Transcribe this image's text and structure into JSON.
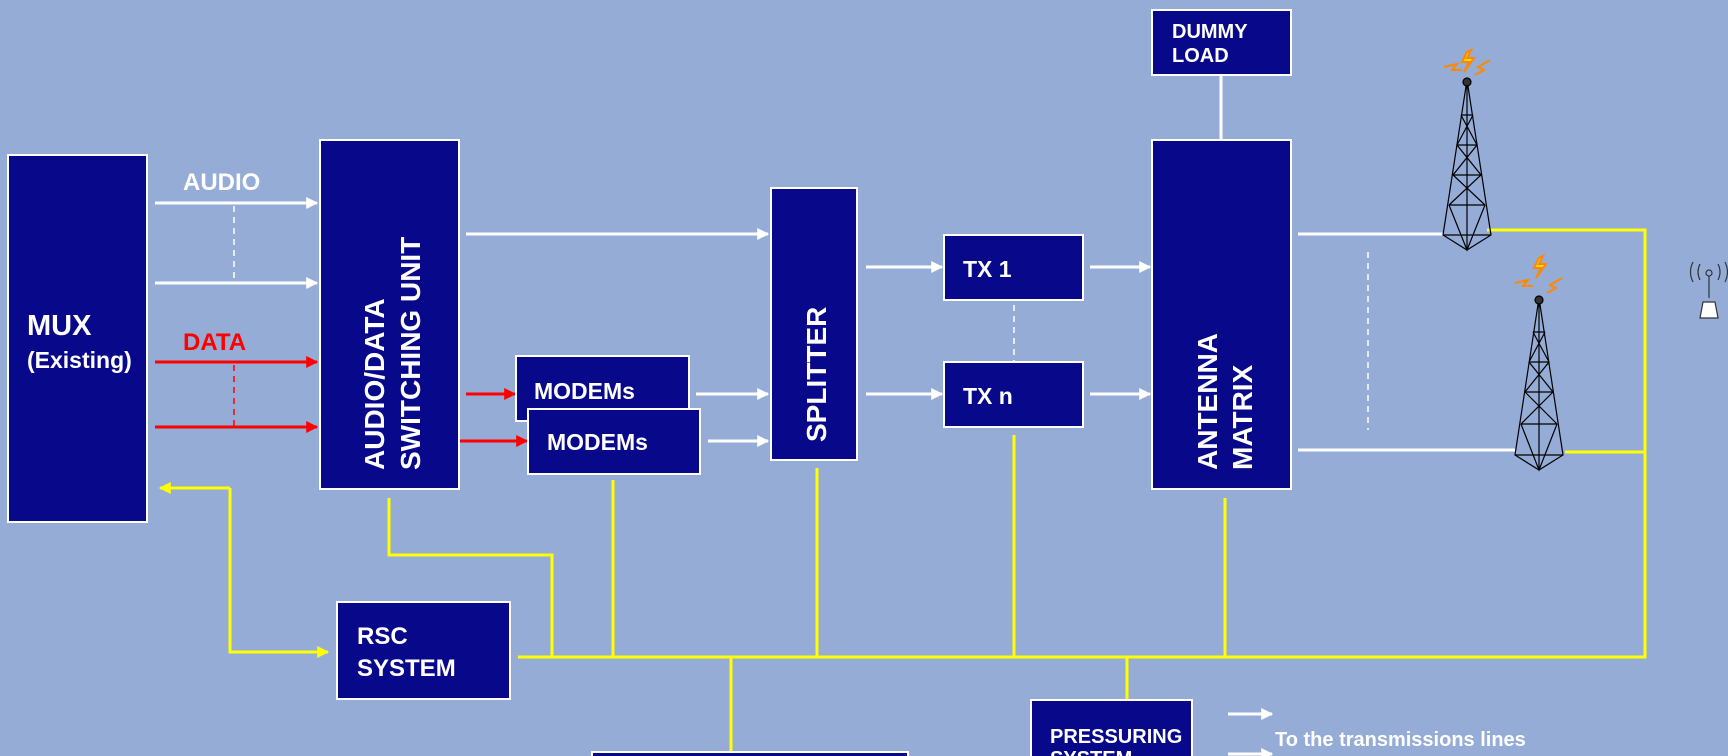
{
  "blocks": {
    "mux": {
      "title": "MUX",
      "subtitle": "(Existing)"
    },
    "switch": {
      "line1": "AUDIO/DATA",
      "line2": "SWITCHING UNIT"
    },
    "modem1": "MODEMs",
    "modem2": "MODEMs",
    "splitter": "SPLITTER",
    "tx1": "TX 1",
    "txn": "TX n",
    "dummy": {
      "line1": "DUMMY",
      "line2": "LOAD"
    },
    "antenna": {
      "line1": "ANTENNA",
      "line2": "MATRIX"
    },
    "rsc": {
      "line1": "RSC",
      "line2": "SYSTEM"
    },
    "pressuring": {
      "line1": "PRESSURING",
      "line2": "SYSTEM"
    }
  },
  "labels": {
    "audio": "AUDIO",
    "data": "DATA",
    "transmission_lines": "To the transmissions lines"
  },
  "colors": {
    "background": "#95acd6",
    "block": "#08088a",
    "control_line": "#ffff00",
    "data_line": "#ff0000",
    "signal_line": "#ffffff"
  }
}
